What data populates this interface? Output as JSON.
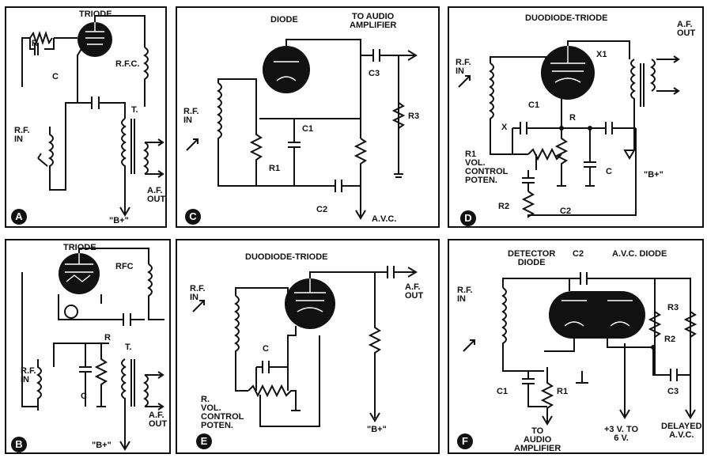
{
  "panels": {
    "a": {
      "badge": "A",
      "labels": {
        "triode": "TRIODE",
        "r": "R",
        "c": "C",
        "rfc": "R.F.C.",
        "rf_in": "R.F.\nIN",
        "t": "T.",
        "af_out": "A.F.\nOUT",
        "b_plus": "\"B+\""
      }
    },
    "b": {
      "badge": "B",
      "labels": {
        "triode": "TRIODE",
        "rfc": "RFC",
        "r": "R",
        "t": "T.",
        "rf_in": "R.F.\nIN",
        "c": "C",
        "af_out": "A.F.\nOUT",
        "b_plus": "\"B+\""
      }
    },
    "c": {
      "badge": "C",
      "labels": {
        "diode": "DIODE",
        "to_audio": "TO AUDIO\nAMPLIFIER",
        "rf_in": "R.F.\nIN",
        "c1": "C1",
        "c3": "C3",
        "r3": "R3",
        "r1": "R1",
        "c2": "C2",
        "avc": "A.V.C."
      }
    },
    "d": {
      "badge": "D",
      "labels": {
        "title": "DUODIODE-TRIODE",
        "x1": "X1",
        "af_out": "A.F.\nOUT",
        "rf_in": "R.F.\nIN",
        "c1": "C1",
        "x": "X",
        "r": "R",
        "r1": "R1\nVOL.\nCONTROL\nPOTEN.",
        "c": "C",
        "b_plus": "\"B+\"",
        "r2": "R2",
        "c2": "C2"
      }
    },
    "e": {
      "badge": "E",
      "labels": {
        "title": "DUODIODE-TRIODE",
        "af_out": "A.F.\nOUT",
        "rf_in": "R.F.\nIN",
        "c": "C",
        "r": "R.\nVOL.\nCONTROL\nPOTEN.",
        "b_plus": "\"B+\""
      }
    },
    "f": {
      "badge": "F",
      "labels": {
        "detector": "DETECTOR\nDIODE",
        "c2": "C2",
        "avc_diode": "A.V.C. DIODE",
        "rf_in": "R.F.\nIN",
        "r3": "R3",
        "r2": "R2",
        "c1": "C1",
        "r1": "R1",
        "c3": "C3",
        "to_audio": "TO\nAUDIO\nAMPLIFIER",
        "volts": "+3 V. TO\n6 V.",
        "delayed": "DELAYED\nA.V.C."
      }
    }
  }
}
